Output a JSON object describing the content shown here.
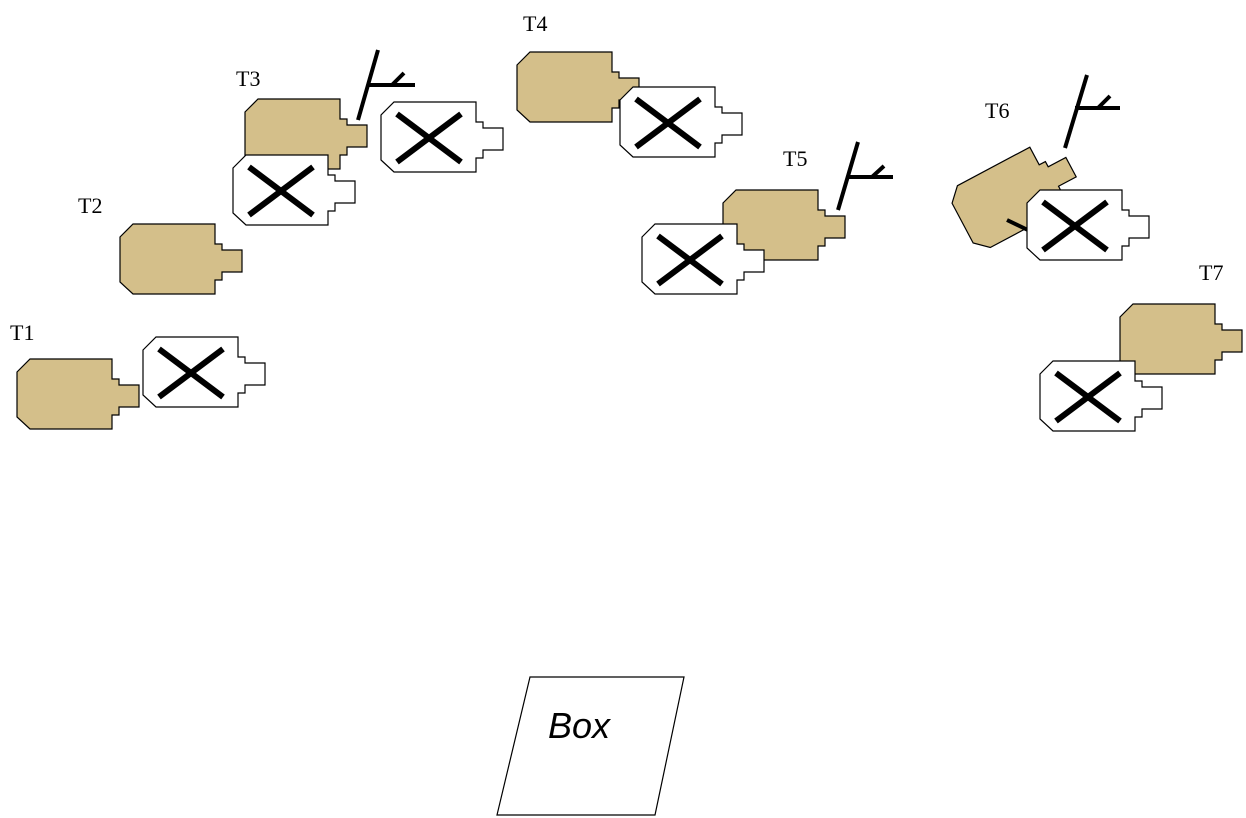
{
  "diagram": {
    "colors": {
      "filled_piece": "#D4BF8A",
      "empty_piece": "#FFFFFF",
      "outline": "#000000",
      "cross": "#000000",
      "background": "#FFFFFF"
    },
    "pieces": [
      {
        "label": "T1",
        "has_crossed_piece": true,
        "has_antenna": false
      },
      {
        "label": "T2",
        "has_crossed_piece": false,
        "has_antenna": false
      },
      {
        "label": "T3",
        "has_crossed_piece": true,
        "has_antenna": true
      },
      {
        "label": "T4",
        "has_crossed_piece": true,
        "has_antenna": false
      },
      {
        "label": "T5",
        "has_crossed_piece": true,
        "has_antenna": true
      },
      {
        "label": "T6",
        "has_crossed_piece": true,
        "has_antenna": true
      },
      {
        "label": "T7",
        "has_crossed_piece": true,
        "has_antenna": false
      }
    ],
    "box": {
      "label": "Box"
    }
  }
}
